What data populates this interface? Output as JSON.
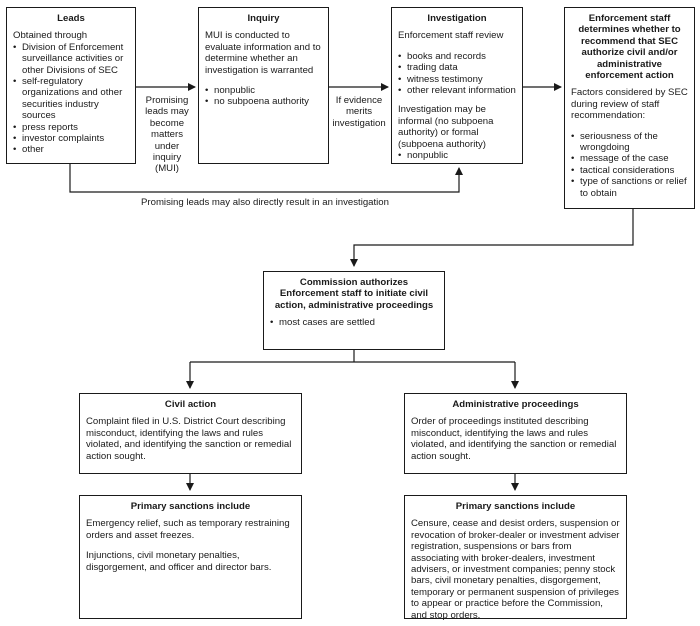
{
  "leads": {
    "title": "Leads",
    "intro": "Obtained through",
    "items": [
      "Division of Enforcement surveillance activities or other Divisions of SEC",
      "self-regulatory organizations and other securities industry sources",
      "press reports",
      "investor complaints",
      "other"
    ]
  },
  "inquiry": {
    "title": "Inquiry",
    "text": "MUI is conducted to evaluate information and to determine whether an investigation is warranted",
    "items": [
      "nonpublic",
      "no subpoena authority"
    ]
  },
  "investigation": {
    "title": "Investigation",
    "intro": "Enforcement staff review",
    "items": [
      "books and records",
      "trading data",
      "witness testimony",
      "other relevant information"
    ],
    "text2": "Investigation may be informal (no subpoena authority) or formal (subpoena authority)",
    "items2": [
      "nonpublic"
    ]
  },
  "enforcement": {
    "title": "Enforcement staff determines whether to recommend that SEC authorize civil and/or administrative enforcement action",
    "intro": "Factors considered by SEC during review of staff recommendation:",
    "items": [
      "seriousness of the wrongdoing",
      "message of the case",
      "tactical considerations",
      "type of sanctions or relief to obtain"
    ]
  },
  "commission": {
    "title": "Commission authorizes Enforcement staff to initiate civil action, administrative proceedings",
    "items": [
      "most cases are settled"
    ]
  },
  "civil": {
    "title": "Civil action",
    "text": "Complaint filed in U.S. District Court describing misconduct, identifying the laws and rules violated, and identifying the sanction or remedial action sought."
  },
  "admin": {
    "title": "Administrative proceedings",
    "text": "Order of proceedings instituted describing misconduct, identifying the laws and rules violated, and identifying the sanction or remedial action sought."
  },
  "civil_sanctions": {
    "title": "Primary sanctions include",
    "text1": "Emergency relief, such as temporary restraining orders and asset freezes.",
    "text2": "Injunctions, civil monetary penalties, disgorgement, and officer and director bars."
  },
  "admin_sanctions": {
    "title": "Primary sanctions include",
    "text": "Censure, cease and desist orders, suspension or revocation of broker-dealer or investment adviser registration, suspensions or bars from associating with broker-dealers, investment advisers, or investment companies; penny stock bars, civil monetary penalties, disgorgement, temporary or permanent suspension of privileges to appear or practice before the Commission, and stop orders."
  },
  "labels": {
    "leads_to_inquiry": "Promising leads may become matters under inquiry (MUI)",
    "inquiry_to_investigation": "If evidence merits investigation",
    "direct": "Promising leads may also directly result in an investigation"
  }
}
